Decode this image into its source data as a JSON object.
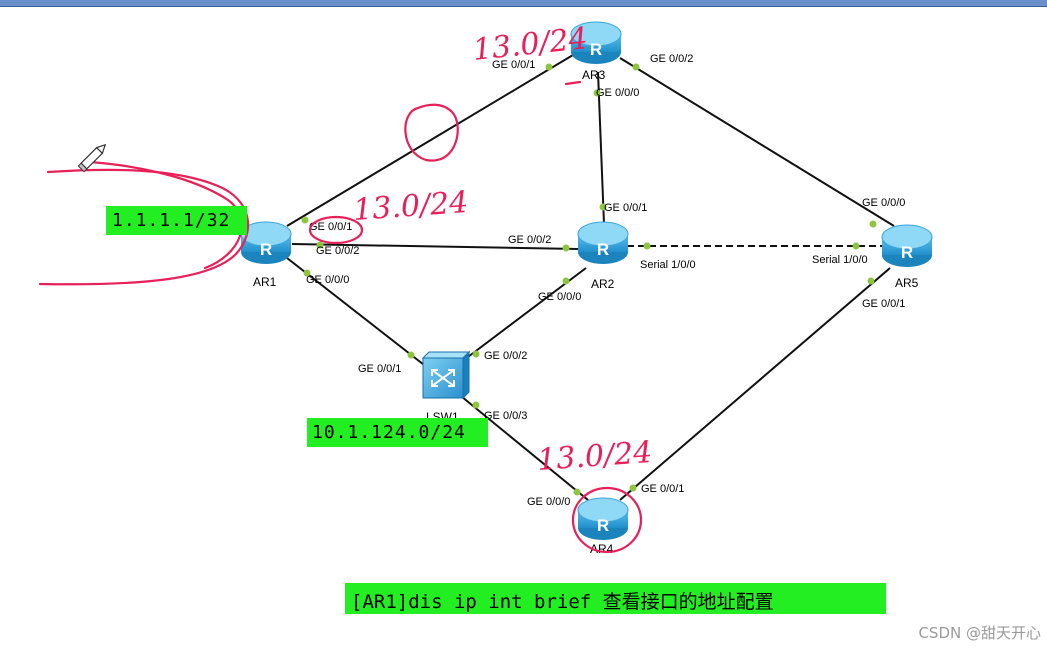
{
  "devices": [
    {
      "id": "AR1",
      "label": "AR1",
      "kind": "router"
    },
    {
      "id": "AR2",
      "label": "AR2",
      "kind": "router"
    },
    {
      "id": "AR3",
      "label": "AR3",
      "kind": "router"
    },
    {
      "id": "AR4",
      "label": "AR4",
      "kind": "router"
    },
    {
      "id": "AR5",
      "label": "AR5",
      "kind": "router"
    },
    {
      "id": "LSW1",
      "label": "LSW1",
      "kind": "switch"
    }
  ],
  "router_glyph": "R",
  "interfaces": {
    "ar1_ge001": "GE 0/0/1",
    "ar1_ge002": "GE 0/0/2",
    "ar1_ge000": "GE 0/0/0",
    "ar3_ge001": "GE 0/0/1",
    "ar3_ge002": "GE 0/0/2",
    "ar3_ge000": "GE 0/0/0",
    "ar2_ge001": "GE 0/0/1",
    "ar2_ge002": "GE 0/0/2",
    "ar2_ge000": "GE 0/0/0",
    "ar2_serial": "Serial 1/0/0",
    "ar5_ge000": "GE 0/0/0",
    "ar5_serial": "Serial 1/0/0",
    "ar5_ge001": "GE 0/0/1",
    "lsw1_ge001": "GE 0/0/1",
    "lsw1_ge002": "GE 0/0/2",
    "lsw1_ge003": "GE 0/0/3",
    "ar4_ge000": "GE 0/0/0",
    "ar4_ge001": "GE 0/0/1"
  },
  "notes": {
    "loopback": "1.1.1.1/32",
    "lan": "10.1.124.0/24",
    "command": "[AR1]dis ip int brief 查看接口的地址配置"
  },
  "handwriting": {
    "ar1_ar3": "13.0/24",
    "ar1_ar2": "13.0/24",
    "ar4": "13.0/24"
  },
  "colors": {
    "note_bg": "#22ee22",
    "annotation": "#e8205a",
    "port_dot": "#8cc63f",
    "device_top": "#6ec8ee",
    "device_body": "#2a9fd6"
  },
  "watermark": "CSDN @甜天开心"
}
